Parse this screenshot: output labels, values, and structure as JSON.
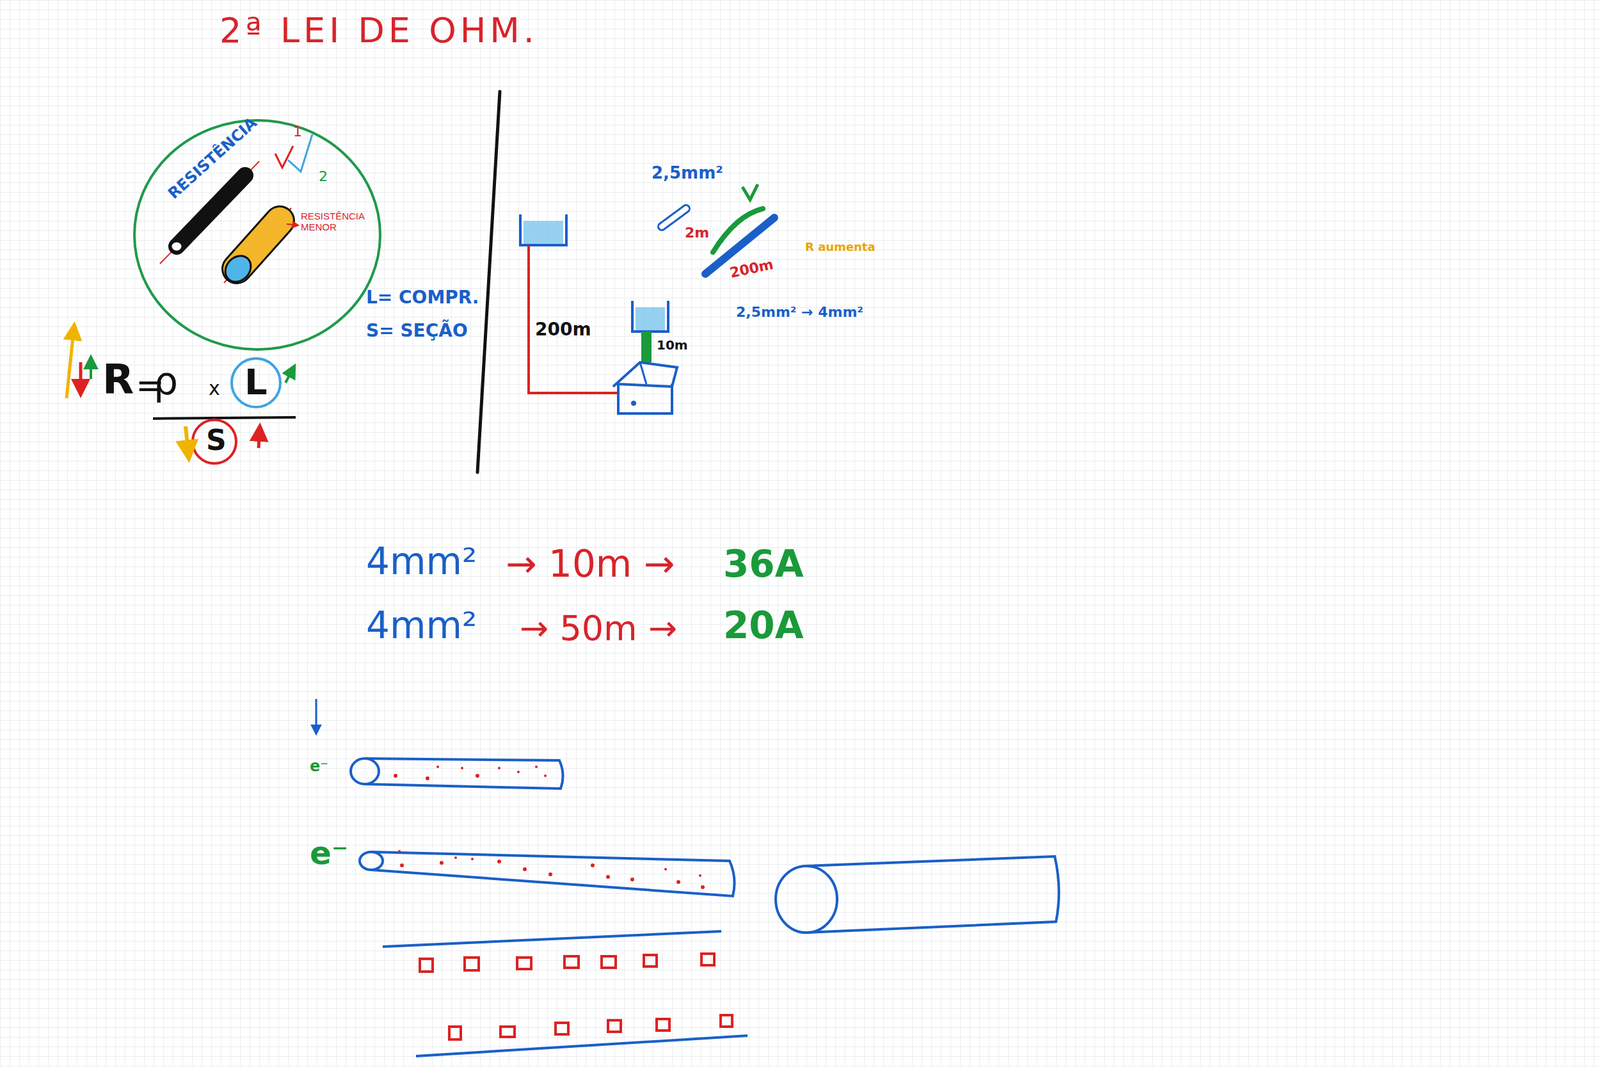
{
  "diagram": {
    "title": "2ª LEI DE OHM.",
    "nodes": [
      {
        "text": [
          "RESISTÊNCIA",
          "1",
          "2",
          "RESISTÊNCIA MENOR"
        ]
      }
    ],
    "labels": [
      "R",
      "=",
      "ρ",
      "x",
      "L",
      "S",
      "L= COMPR.",
      "S= SEÇÃO",
      "200m",
      "10m",
      "2,5mm²",
      "2m",
      "200m",
      "R aumenta",
      "2,5mm² → 4mm²",
      "4mm²",
      "→ 10m →",
      "36A",
      "4mm²",
      "→ 50m →",
      "20A",
      "e⁻",
      "e⁻"
    ]
  }
}
